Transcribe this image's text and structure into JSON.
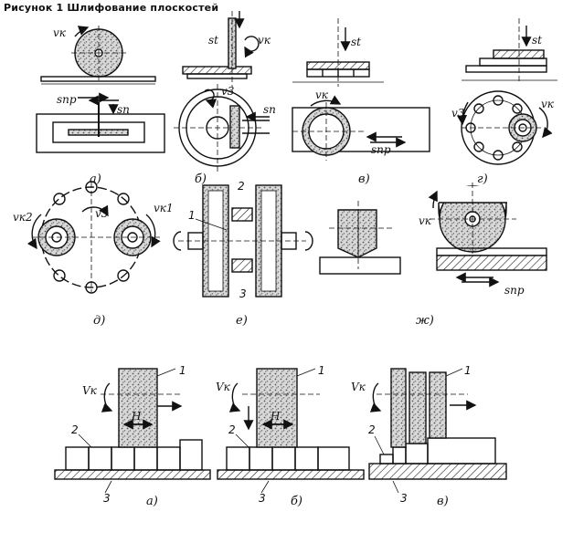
{
  "title": "Рисунок 1 Шлифование плоскостей",
  "colors": {
    "ink": "#111111",
    "grit": "#9a9a9a",
    "paper": "#ffffff"
  },
  "labels": {
    "vk": "vк",
    "vk_upper": "Vк",
    "vk1": "vк1",
    "vk2": "vк2",
    "v3": "v3",
    "st": "st",
    "snp": "sпр",
    "sn": "sп",
    "H": "H",
    "one": "1",
    "two": "2",
    "three": "3"
  },
  "captions": {
    "a": "а)",
    "b": "б)",
    "v": "в)",
    "g": "г)",
    "d": "д)",
    "e": "е)",
    "zh": "ж)",
    "bottom_a": "а)",
    "bottom_b": "б)",
    "bottom_v": "в)"
  }
}
